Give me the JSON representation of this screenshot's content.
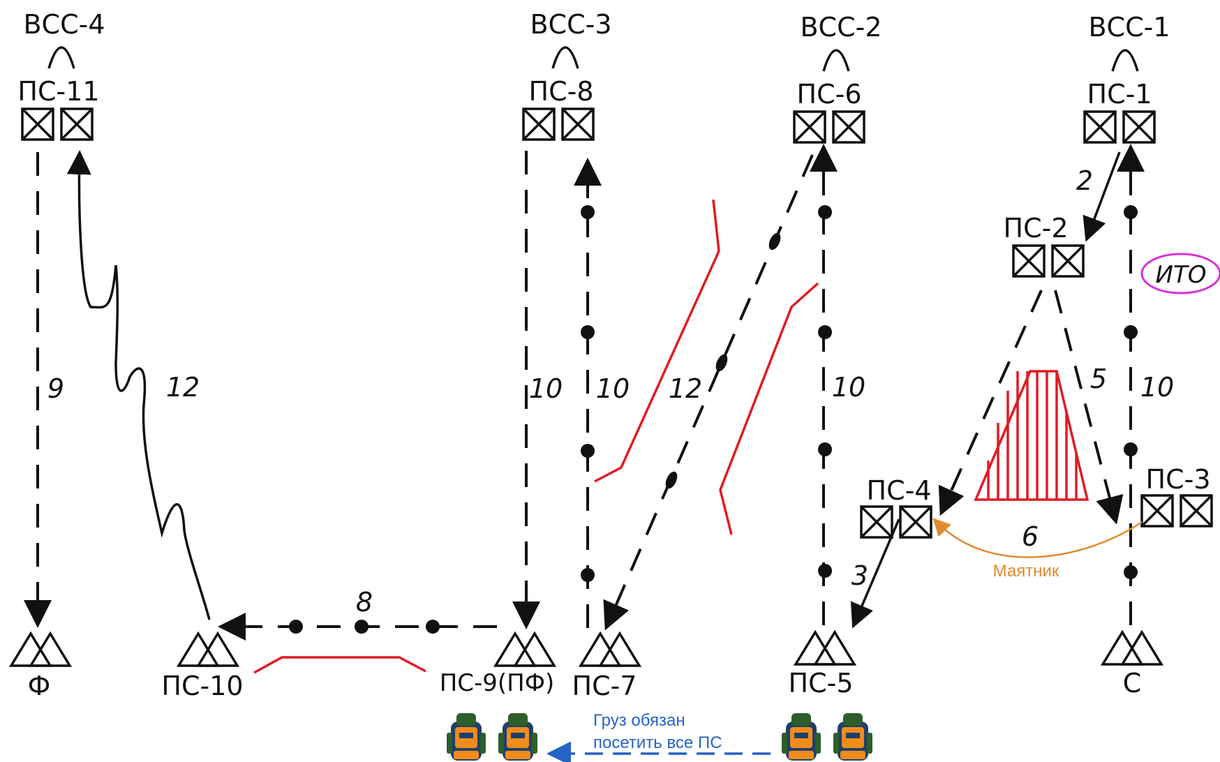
{
  "colors": {
    "line": "#111111",
    "obstacle": "#e01b24",
    "pendulum": "#e08a2e",
    "cargo": "#2563c7",
    "ito_outline": "#d633d6"
  },
  "top_labels": {
    "vss4": "ВСС-4",
    "vss3": "ВСС-3",
    "vss2": "ВСС-2",
    "vss1": "ВСС-1"
  },
  "stations": {
    "ps11": "ПС-11",
    "ps8": "ПС-8",
    "ps6": "ПС-6",
    "ps1": "ПС-1",
    "ps2": "ПС-2",
    "ps4": "ПС-4",
    "ps3": "ПС-3",
    "f": "Ф",
    "ps10": "ПС-10",
    "ps9": "ПС-9(ПФ)",
    "ps7": "ПС-7",
    "ps5": "ПС-5",
    "s": "С"
  },
  "segments": {
    "d9": "9",
    "d12_left": "12",
    "d10_a": "10",
    "d10_b": "10",
    "d12_mid": "12",
    "d10_c": "10",
    "d5": "5",
    "d10_d": "10",
    "d2": "2",
    "d6": "6",
    "d3": "3",
    "d8": "8"
  },
  "badges": {
    "ito": "ИТО"
  },
  "notes": {
    "pendulum": "Маятник",
    "cargo_line1": "Груз обязан",
    "cargo_line2": "посетить все ПС"
  },
  "icons": [
    "station-box-icon",
    "tent-icon",
    "backpack-icon",
    "arrow-icon"
  ]
}
